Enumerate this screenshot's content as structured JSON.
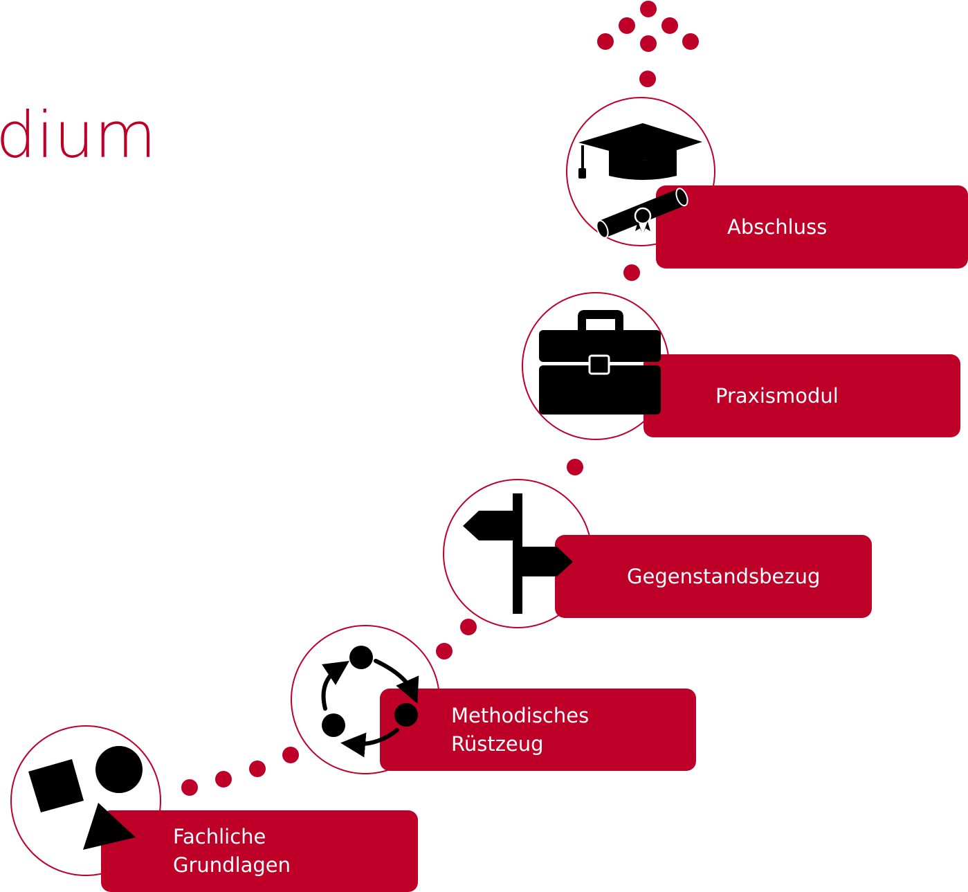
{
  "page": {
    "title_fragment": "dium"
  },
  "steps": [
    {
      "label": "Fachliche\nGrundlagen",
      "icon": "shapes-icon"
    },
    {
      "label": "Methodisches\nRüstzeug",
      "icon": "cycle-icon"
    },
    {
      "label": "Gegenstandsbezug",
      "icon": "signpost-icon"
    },
    {
      "label": "Praxismodul",
      "icon": "briefcase-icon"
    },
    {
      "label": "Abschluss",
      "icon": "graduation-icon"
    }
  ],
  "colors": {
    "accent": "#be0028",
    "icon": "#000000",
    "label_text": "#ffffff",
    "background": "#ffffff"
  }
}
